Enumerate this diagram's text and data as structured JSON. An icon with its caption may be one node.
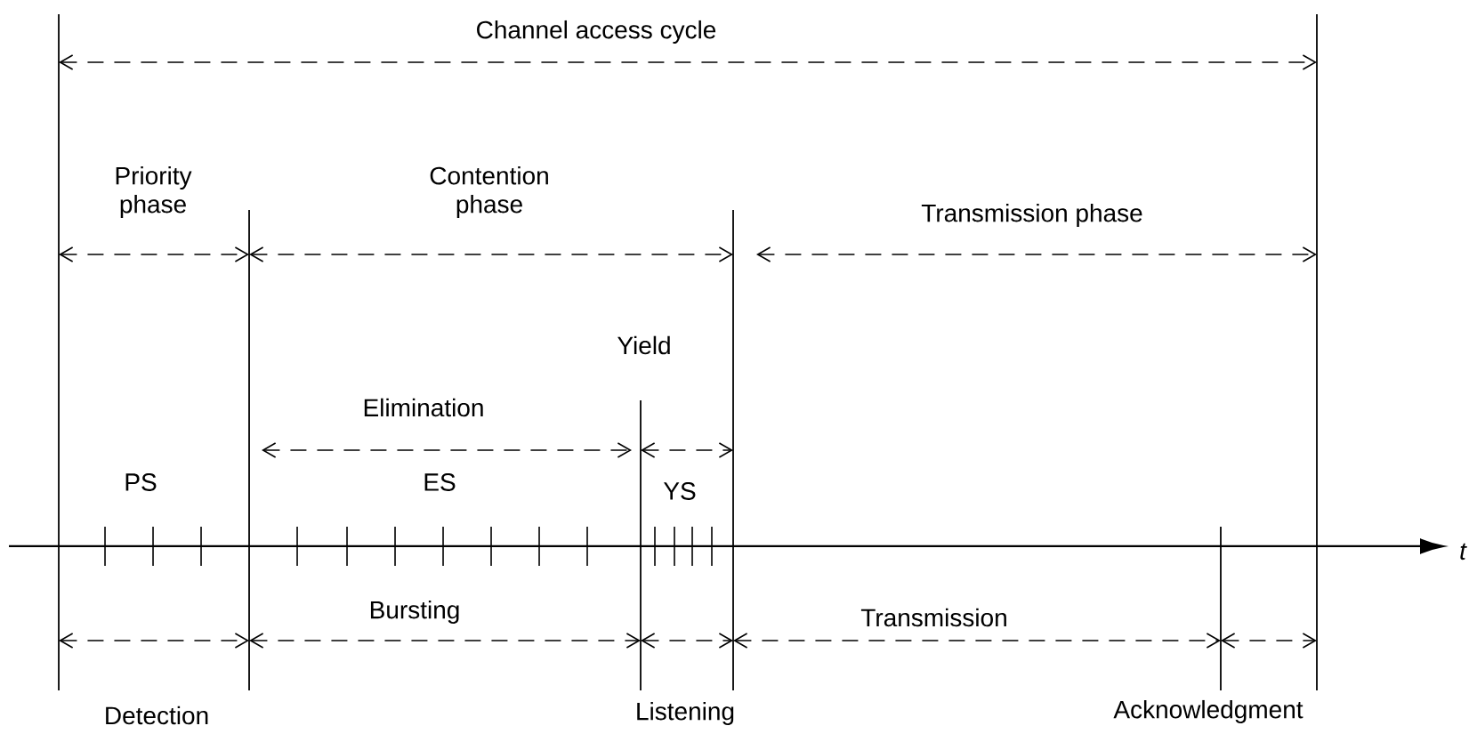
{
  "diagram": {
    "labels": [
      "Channel access cycle",
      "Priority phase",
      "Contention phase",
      "Transmission phase",
      "Yield",
      "Elimination",
      "PS",
      "ES",
      "YS",
      "t",
      "Bursting",
      "Transmission",
      "Detection",
      "Listening",
      "Acknowledgment"
    ]
  }
}
